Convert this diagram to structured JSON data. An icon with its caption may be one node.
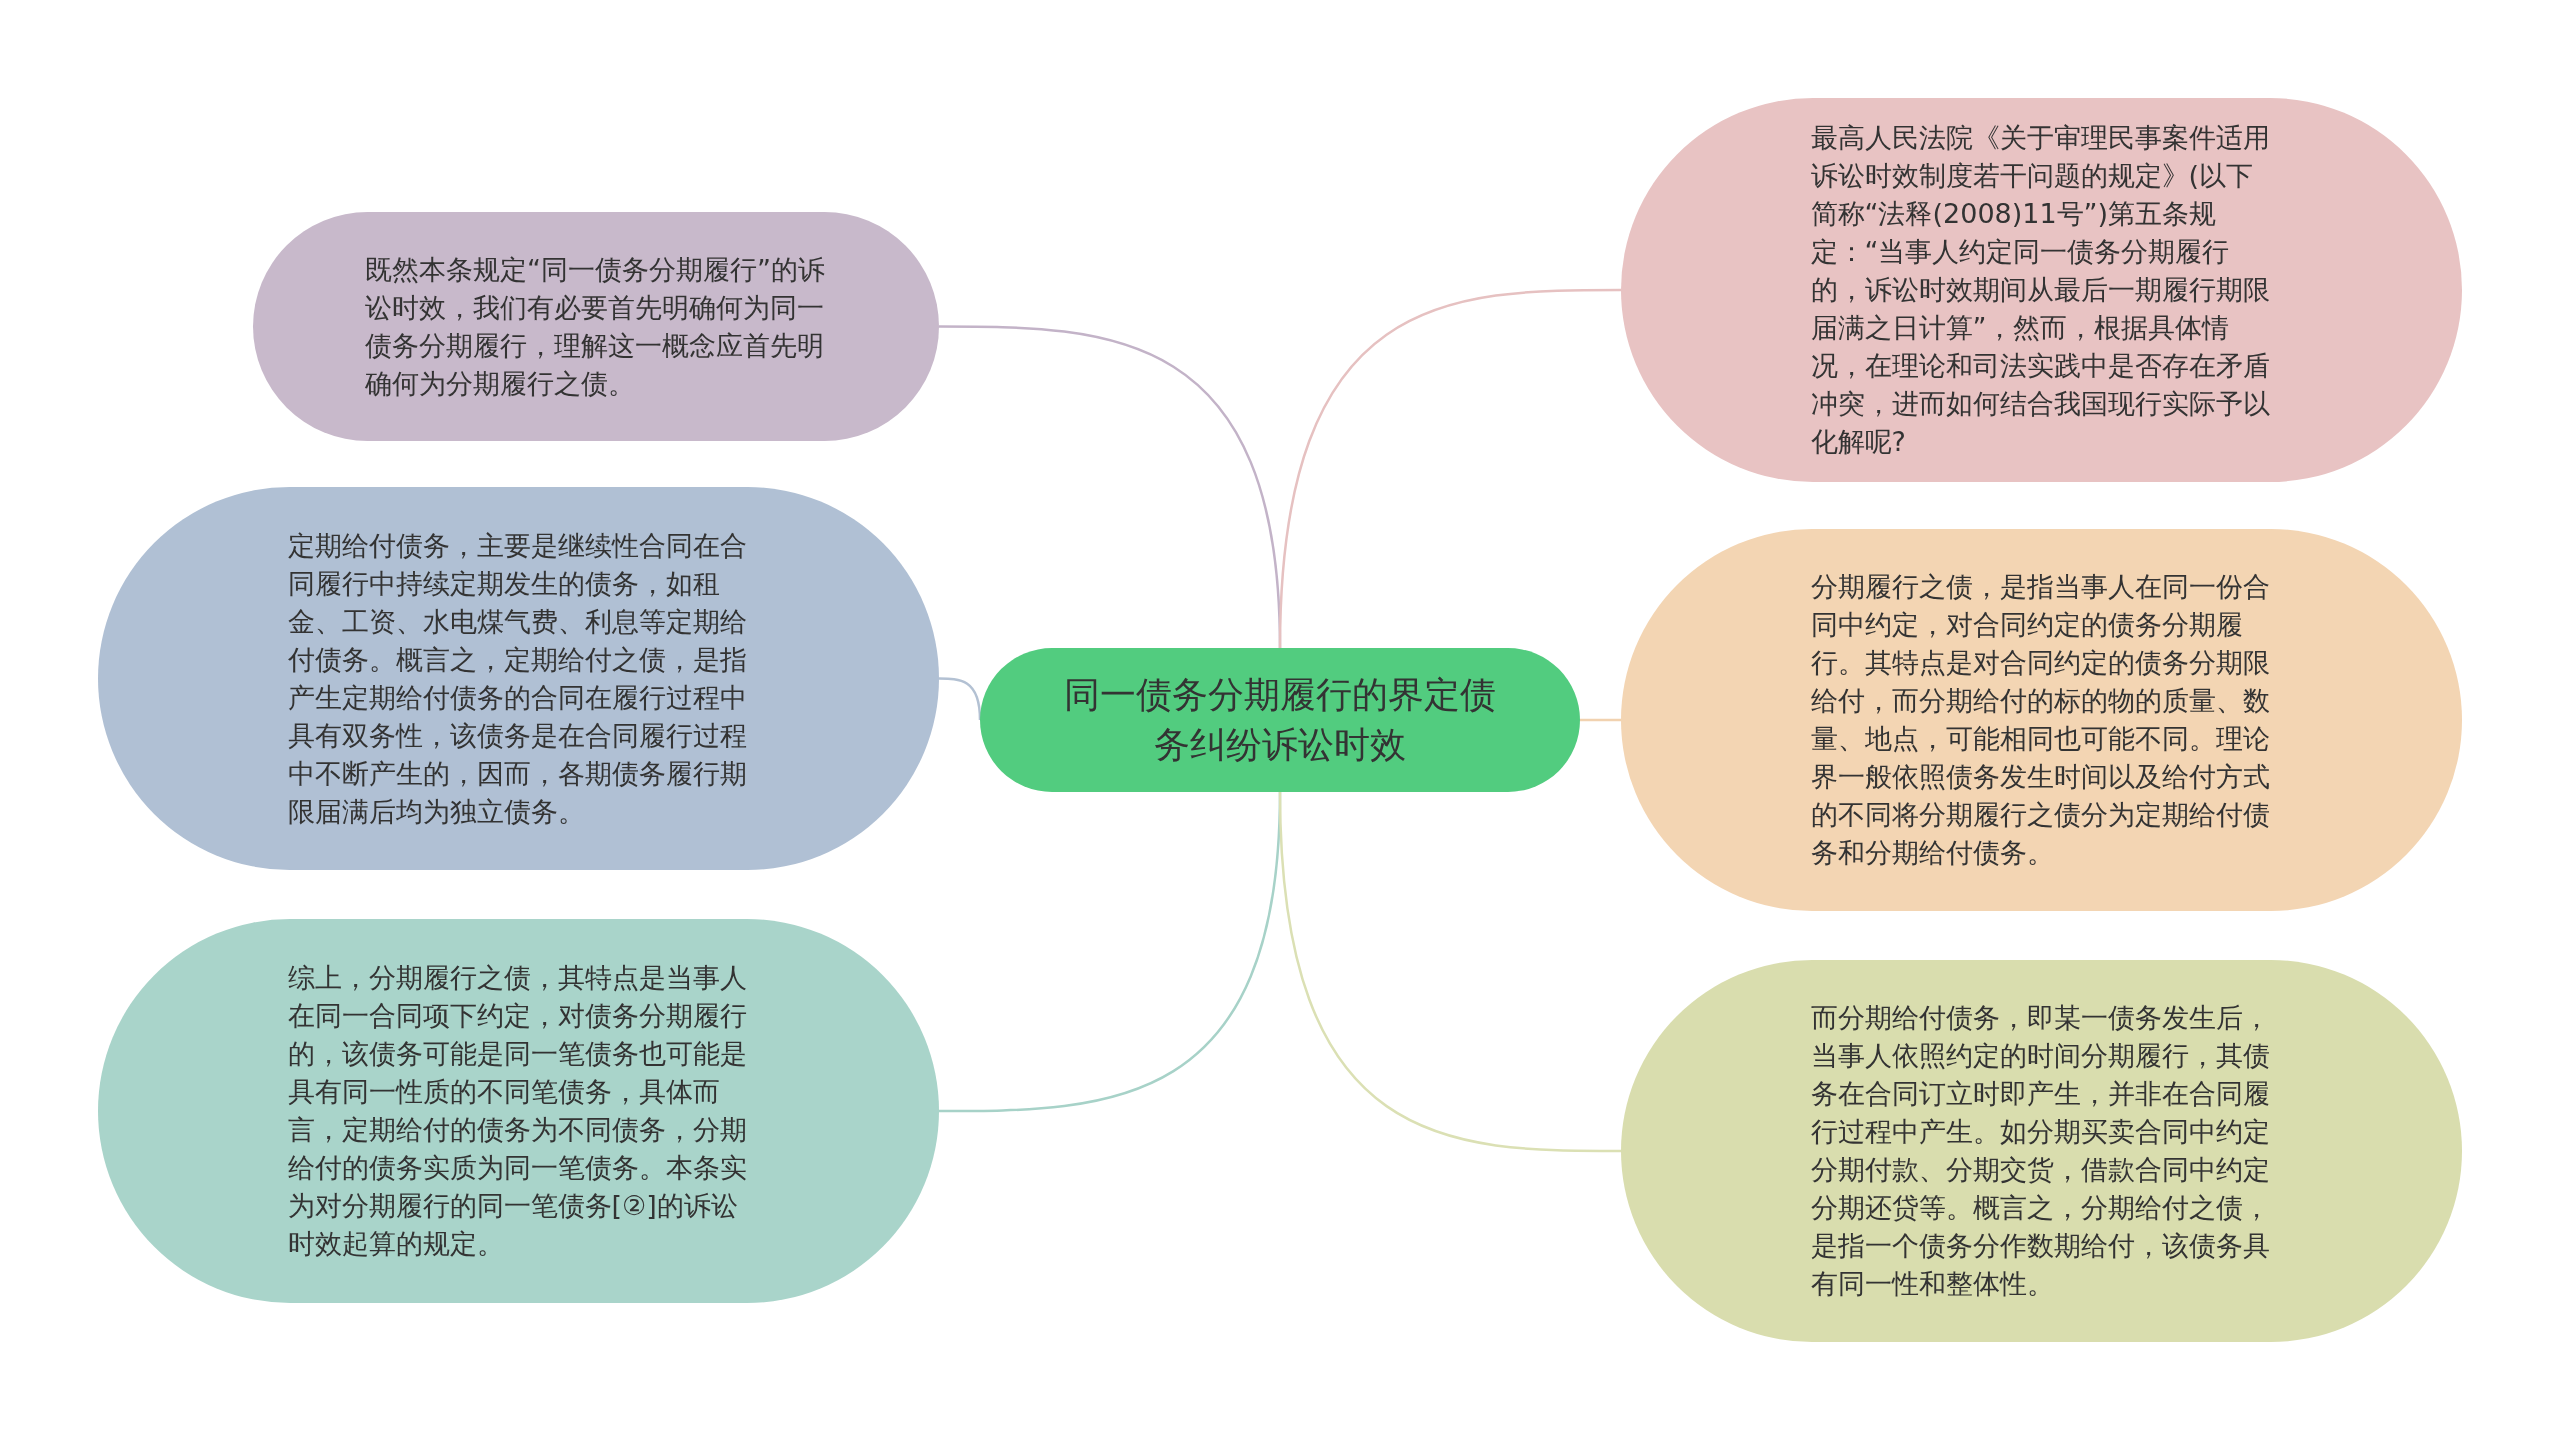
{
  "diagram": {
    "nodes": [
      {
        "text": [
          "同一债务分期履行的界定债务纠纷诉讼时效"
        ]
      },
      {
        "text": [
          "既然本条规定“同一债务分期履行”的诉讼时效，我们有必要首先明确何为同一债务分期履行，理解这一概念应首先明确何为分期履行之债。"
        ]
      },
      {
        "text": [
          "定期给付债务，主要是继续性合同在合同履行中持续定期发生的债务，如租金、工资、水电煤气费、利息等定期给付债务。概言之，定期给付之债，是指产生定期给付债务的合同在履行过程中具有双务性，该债务是在合同履行过程中不断产生的，因而，各期债务履行期限届满后均为独立债务。"
        ]
      },
      {
        "text": [
          "综上，分期履行之债，其特点是当事人在同一合同项下约定，对债务分期履行的，该债务可能是同一笔债务也可能是具有同一性质的不同笔债务，具体而言，定期给付的债务为不同债务，分期给付的债务实质为同一笔债务。本条实为对分期履行的同一笔债务[②]的诉讼时效起算的规定。"
        ]
      },
      {
        "text": [
          "最高人民法院《关于审理民事案件适用诉讼时效制度若干问题的规定》(以下简称“法释(2008)11号”)第五条规定：“当事人约定同一债务分期履行的，诉讼时效期间从最后一期履行期限届满之日计算”，然而，根据具体情况，在理论和司法实践中是否存在矛盾冲突，进而如何结合我国现行实际予以化解呢?"
        ]
      },
      {
        "text": [
          "分期履行之债，是指当事人在同一份合同中约定，对合同约定的债务分期履行。其特点是对合同约定的债务分期限给付，而分期给付的标的物的质量、数量、地点，可能相同也可能不同。理论界一般依照债务发生时间以及给付方式的不同将分期履行之债分为定期给付债务和分期给付债务。"
        ]
      },
      {
        "text": [
          "而分期给付债务，即某一债务发生后，当事人依照约定的时间分期履行，其债务在合同订立时即产生，并非在合同履行过程中产生。如分期买卖合同中约定分期付款、分期交货，借款合同中约定分期还贷等。概言之，分期给付之债，是指一个债务分作数期给付，该债务具有同一性和整体性。"
        ]
      }
    ],
    "edges": [
      {
        "from": 0,
        "to": 1,
        "arrow": "none",
        "color": "#c3b3c8"
      },
      {
        "from": 0,
        "to": 2,
        "arrow": "none",
        "color": "#b3c1d3"
      },
      {
        "from": 0,
        "to": 3,
        "arrow": "none",
        "color": "#a7d2c8"
      },
      {
        "from": 0,
        "to": 4,
        "arrow": "none",
        "color": "#e6c1c1"
      },
      {
        "from": 0,
        "to": 5,
        "arrow": "none",
        "color": "#f1d2b0"
      },
      {
        "from": 0,
        "to": 6,
        "arrow": "none",
        "color": "#dbe0b4"
      }
    ]
  }
}
